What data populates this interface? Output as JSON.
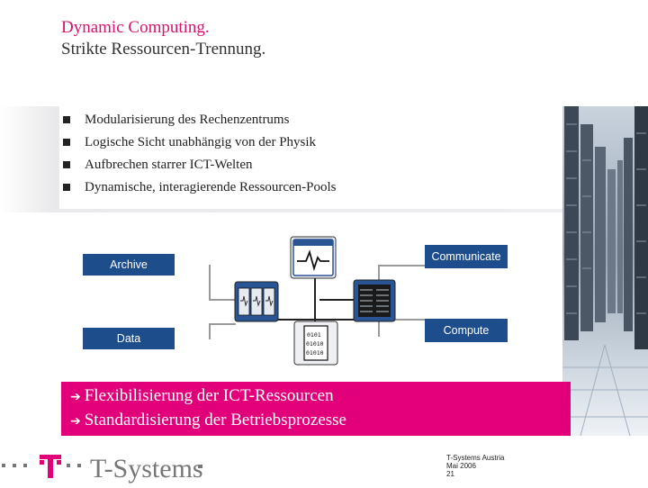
{
  "slide": {
    "title_line1": "Dynamic Computing.",
    "title_line2": "Strikte Ressourcen-Trennung."
  },
  "bullets": [
    "Modularisierung des Rechenzentrums",
    "Logische Sicht unabhängig von der Physik",
    "Aufbrechen starrer ICT-Welten",
    "Dynamische, interagierende Ressourcen-Pools"
  ],
  "diagram": {
    "labels": {
      "archive": "Archive",
      "data": "Data",
      "communicate": "Communicate",
      "compute": "Compute"
    },
    "icons": [
      "network-waveform-icon",
      "storage-array-icon",
      "server-rack-icon",
      "data-document-icon"
    ],
    "data_icon_text": [
      "0101",
      "01010",
      "01010"
    ]
  },
  "highlight": {
    "line1": "Flexibilisierung der ICT-Ressourcen",
    "line2": "Standardisierung der Betriebsprozesse",
    "color": "#e2007a"
  },
  "footer": {
    "brand": "T-Systems",
    "company": "T-Systems Austria",
    "date": "Mai 2006",
    "page": "21"
  },
  "colors": {
    "brand_magenta": "#e2007a",
    "diagram_blue": "#1e4d8c"
  }
}
